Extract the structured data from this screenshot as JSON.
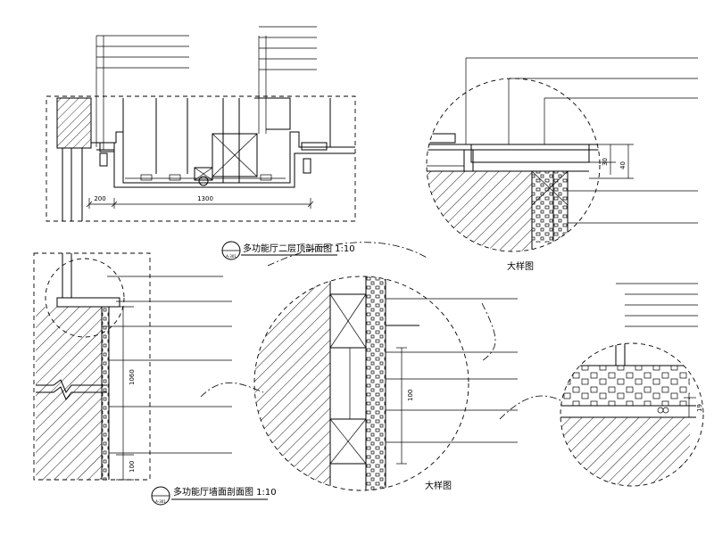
{
  "drawing": {
    "section_top": {
      "title": "多功能厅二层顶剖面图 1:10",
      "tag": "A-301",
      "dims": {
        "left": "200",
        "main": "1300"
      }
    },
    "detail_large": {
      "title": "大样图",
      "dims": {
        "d1": "30",
        "d2": "40"
      }
    },
    "section_bottom": {
      "title": "多功能厅墙面剖面图 1:10",
      "tag": "A-301",
      "dims": {
        "main": "1060",
        "small": "100"
      }
    },
    "detail_middle": {
      "title": "大样图",
      "dims": {
        "main": "100"
      }
    },
    "detail_right": {
      "dims": {
        "main": "19"
      }
    }
  }
}
